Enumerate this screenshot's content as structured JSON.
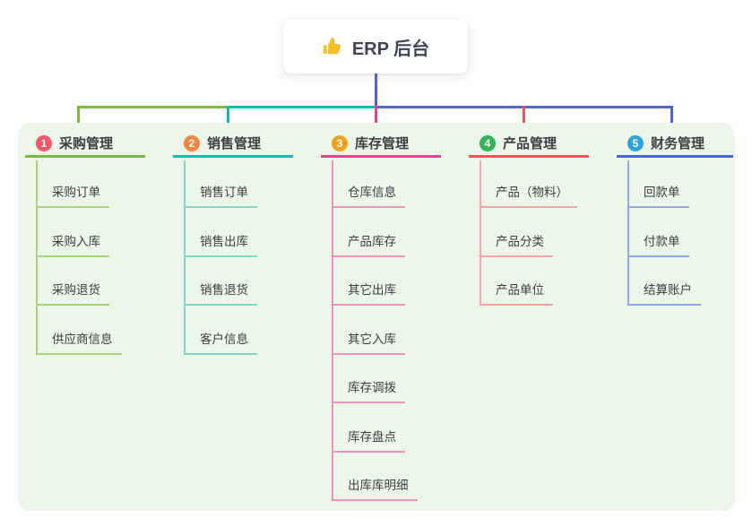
{
  "root": {
    "title": "ERP 后台",
    "icon": "thumbs-up-icon",
    "icon_color": "#f7c01f",
    "line_color": "#5263cb"
  },
  "panel": {
    "background": "#ecf7e9"
  },
  "branches": [
    {
      "badge": "1",
      "label": "采购管理",
      "badge_color": "#f25768",
      "line_color": "#7cbb3f",
      "child_line_color": "#a8d57d",
      "children": [
        "采购订单",
        "采购入库",
        "采购退货",
        "供应商信息"
      ]
    },
    {
      "badge": "2",
      "label": "销售管理",
      "badge_color": "#f6843e",
      "line_color": "#0abfae",
      "child_line_color": "#7fd8cc",
      "children": [
        "销售订单",
        "销售出库",
        "销售退货",
        "客户信息"
      ]
    },
    {
      "badge": "3",
      "label": "库存管理",
      "badge_color": "#f4a21d",
      "line_color": "#e9438f",
      "child_line_color": "#f492bf",
      "children": [
        "仓库信息",
        "产品库存",
        "其它出库",
        "其它入库",
        "库存调拨",
        "库存盘点",
        "出库库明细"
      ]
    },
    {
      "badge": "4",
      "label": "产品管理",
      "badge_color": "#35b457",
      "line_color": "#f15253",
      "child_line_color": "#f7a5a3",
      "children": [
        "产品（物料）",
        "产品分类",
        "产品单位"
      ]
    },
    {
      "badge": "5",
      "label": "财务管理",
      "badge_color": "#2ea3de",
      "line_color": "#4767da",
      "child_line_color": "#94a8e6",
      "children": [
        "回款单",
        "付款单",
        "结算账户"
      ]
    }
  ]
}
